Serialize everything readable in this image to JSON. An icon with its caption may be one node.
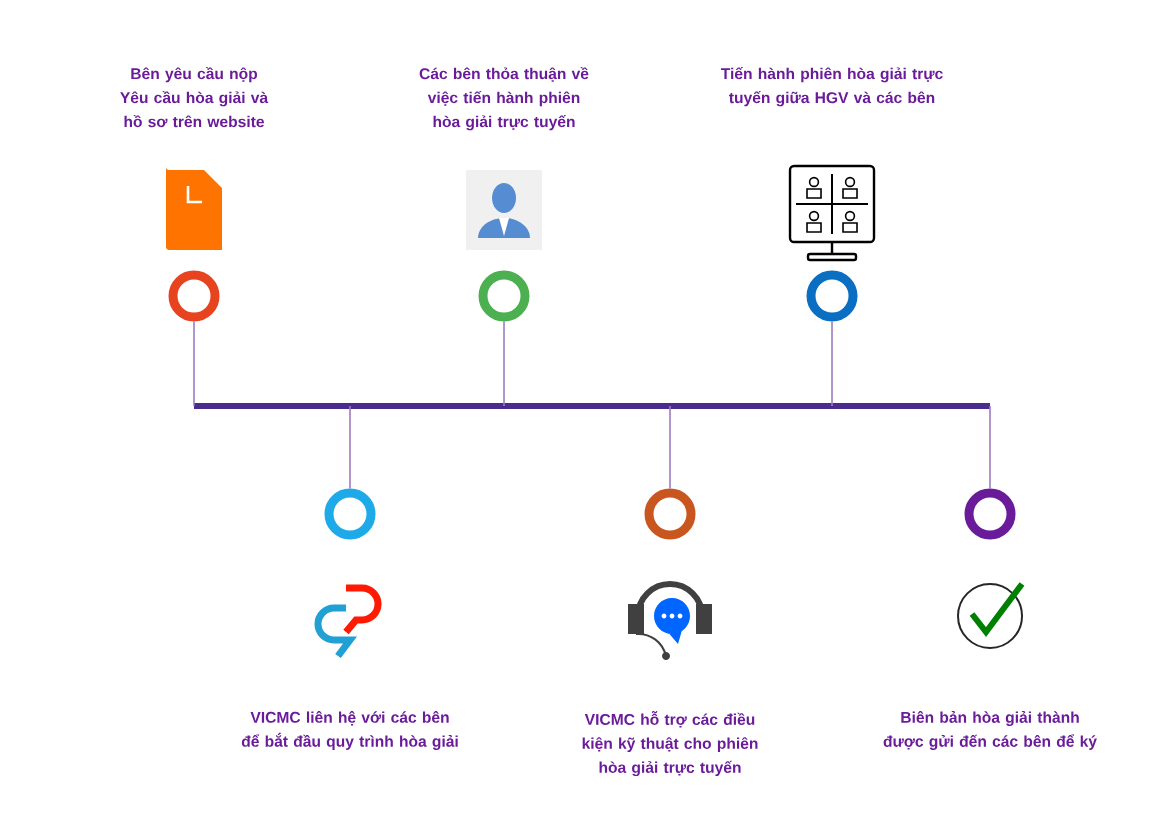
{
  "diagram": {
    "nodes": [
      {
        "text": [],
        "shape": "circle"
      },
      {
        "text": [],
        "shape": "circle"
      },
      {
        "text": [],
        "shape": "circle"
      },
      {
        "text": [],
        "shape": "circle"
      },
      {
        "text": [],
        "shape": "circle"
      },
      {
        "text": [],
        "shape": "circle"
      },
      {
        "text": [],
        "shape": "bar"
      }
    ],
    "edges": [
      {
        "from": 0,
        "to": 6,
        "arrow": "none"
      },
      {
        "from": 1,
        "to": 6,
        "arrow": "none"
      },
      {
        "from": 2,
        "to": 6,
        "arrow": "none"
      },
      {
        "from": 3,
        "to": 6,
        "arrow": "none"
      },
      {
        "from": 4,
        "to": 6,
        "arrow": "none"
      },
      {
        "from": 5,
        "to": 6,
        "arrow": "none"
      }
    ],
    "labels": [
      "Bên yêu cầu nộp Yêu cầu hòa giải và hồ sơ trên website",
      "Các bên thỏa thuận về việc tiến hành phiên hòa giải trực tuyến",
      "Tiến hành phiên hòa giải trực tuyến giữa HGV và các bên",
      "VICMC liên hệ với các bên để bắt đầu quy trình hòa giải",
      "VICMC hỗ trợ các điều kiện kỹ thuật cho phiên hòa giải trực tuyến",
      "Biên bản hòa giải thành được gửi đến các bên để ký"
    ]
  }
}
